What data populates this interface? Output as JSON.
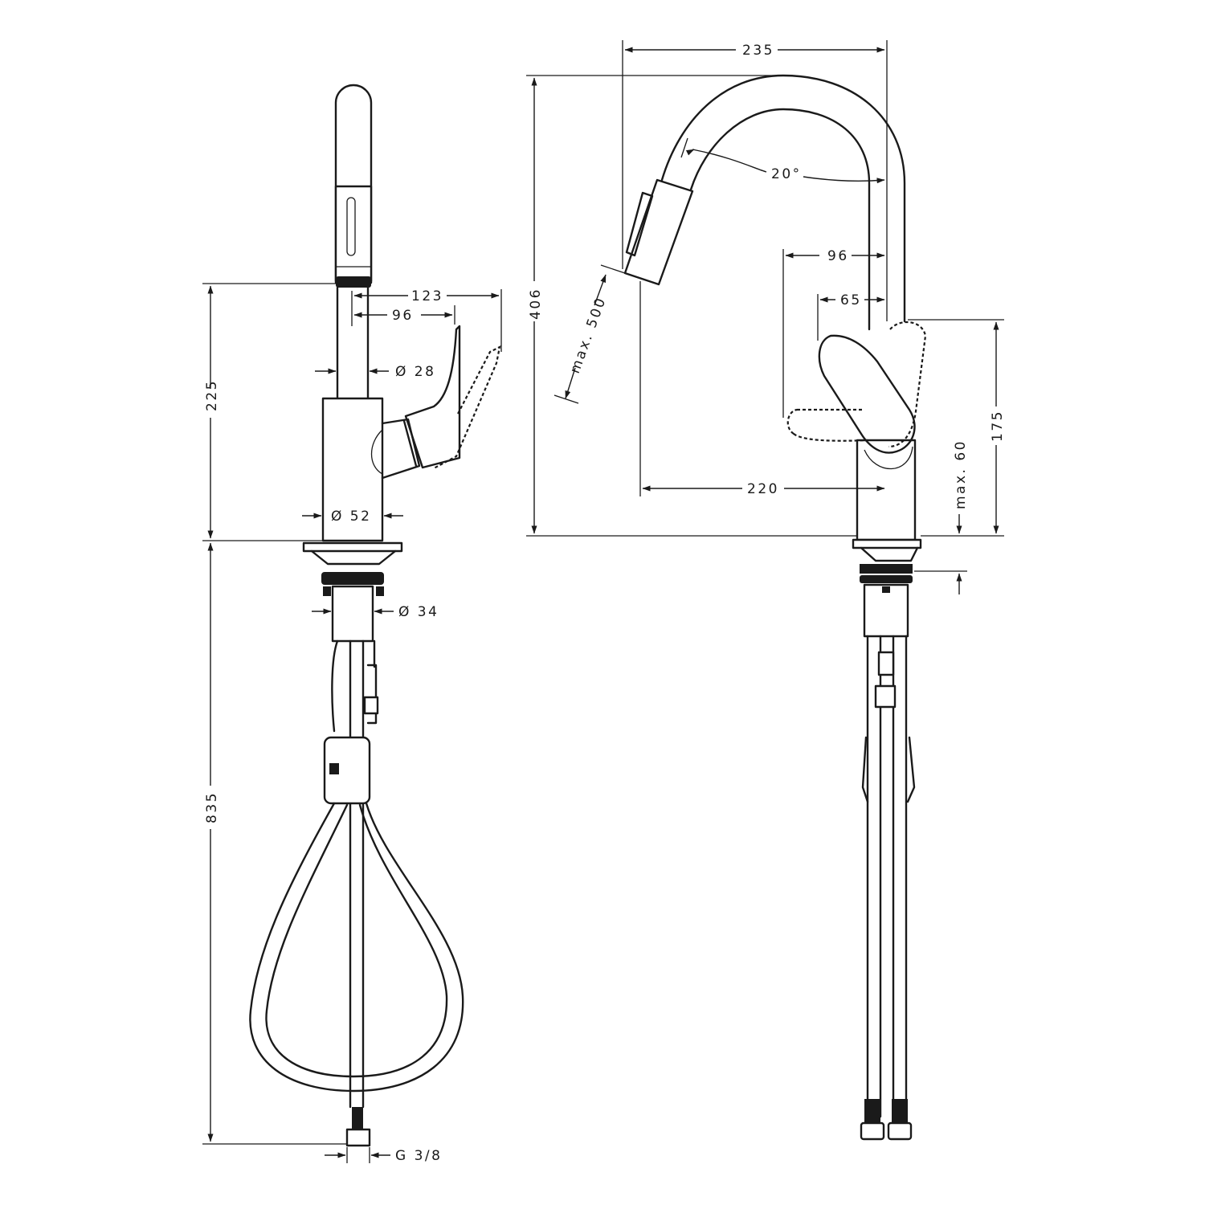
{
  "drawing": {
    "front_view": {
      "height_above_deck": "225",
      "height_below_deck": "835",
      "lever_reach": "123",
      "lever_offset": "96",
      "spout_diameter": "Ø 28",
      "body_diameter": "Ø 52",
      "shank_diameter": "Ø 34",
      "connection_thread": "G 3/8"
    },
    "side_view": {
      "total_width": "235",
      "total_height": "406",
      "spray_angle": "20°",
      "hose_extension": "max. 500",
      "lever_clearance_1": "96",
      "lever_clearance_2": "65",
      "spout_reach": "220",
      "lever_height": "175",
      "deck_thickness": "max. 60"
    }
  },
  "colors": {
    "ink": "#1a1a1a",
    "paper": "#ffffff"
  }
}
